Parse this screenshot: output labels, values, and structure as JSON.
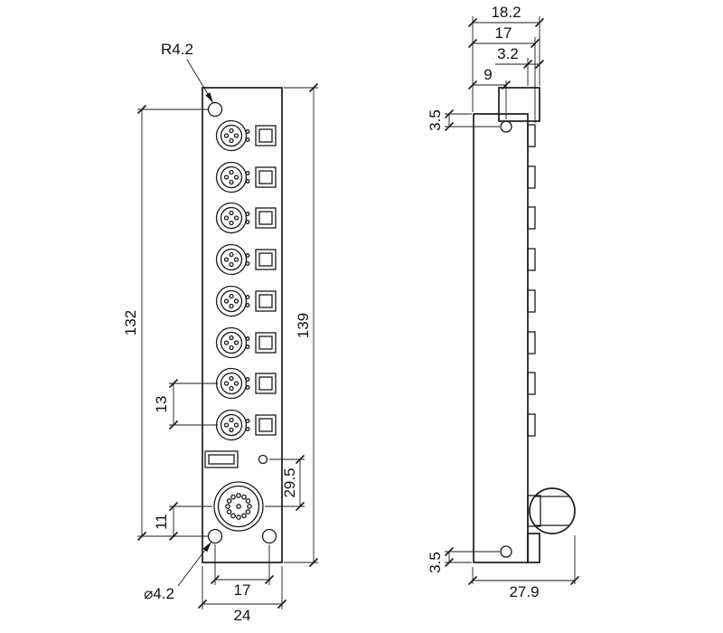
{
  "front_view": {
    "port_count": 8,
    "dims": {
      "radius_callout": "R4.2",
      "hole_spacing_vertical": "132",
      "port_pitch": "13",
      "connector_offset": "11",
      "hole_diameter_callout": "⌀4.2",
      "hole_spacing_horizontal": "17",
      "overall_width": "24",
      "overall_height": "139",
      "connector_section_height": "29.5"
    }
  },
  "side_view": {
    "dims": {
      "overall_depth": "18.2",
      "body_depth": "17",
      "flange_thickness": "3.2",
      "hole_offset": "9",
      "hole_edge_top": "3.5",
      "hole_edge_bottom": "3.5",
      "depth_with_connector": "27.9"
    }
  },
  "colors": {
    "line": "#1a1a1a",
    "background": "#ffffff"
  }
}
